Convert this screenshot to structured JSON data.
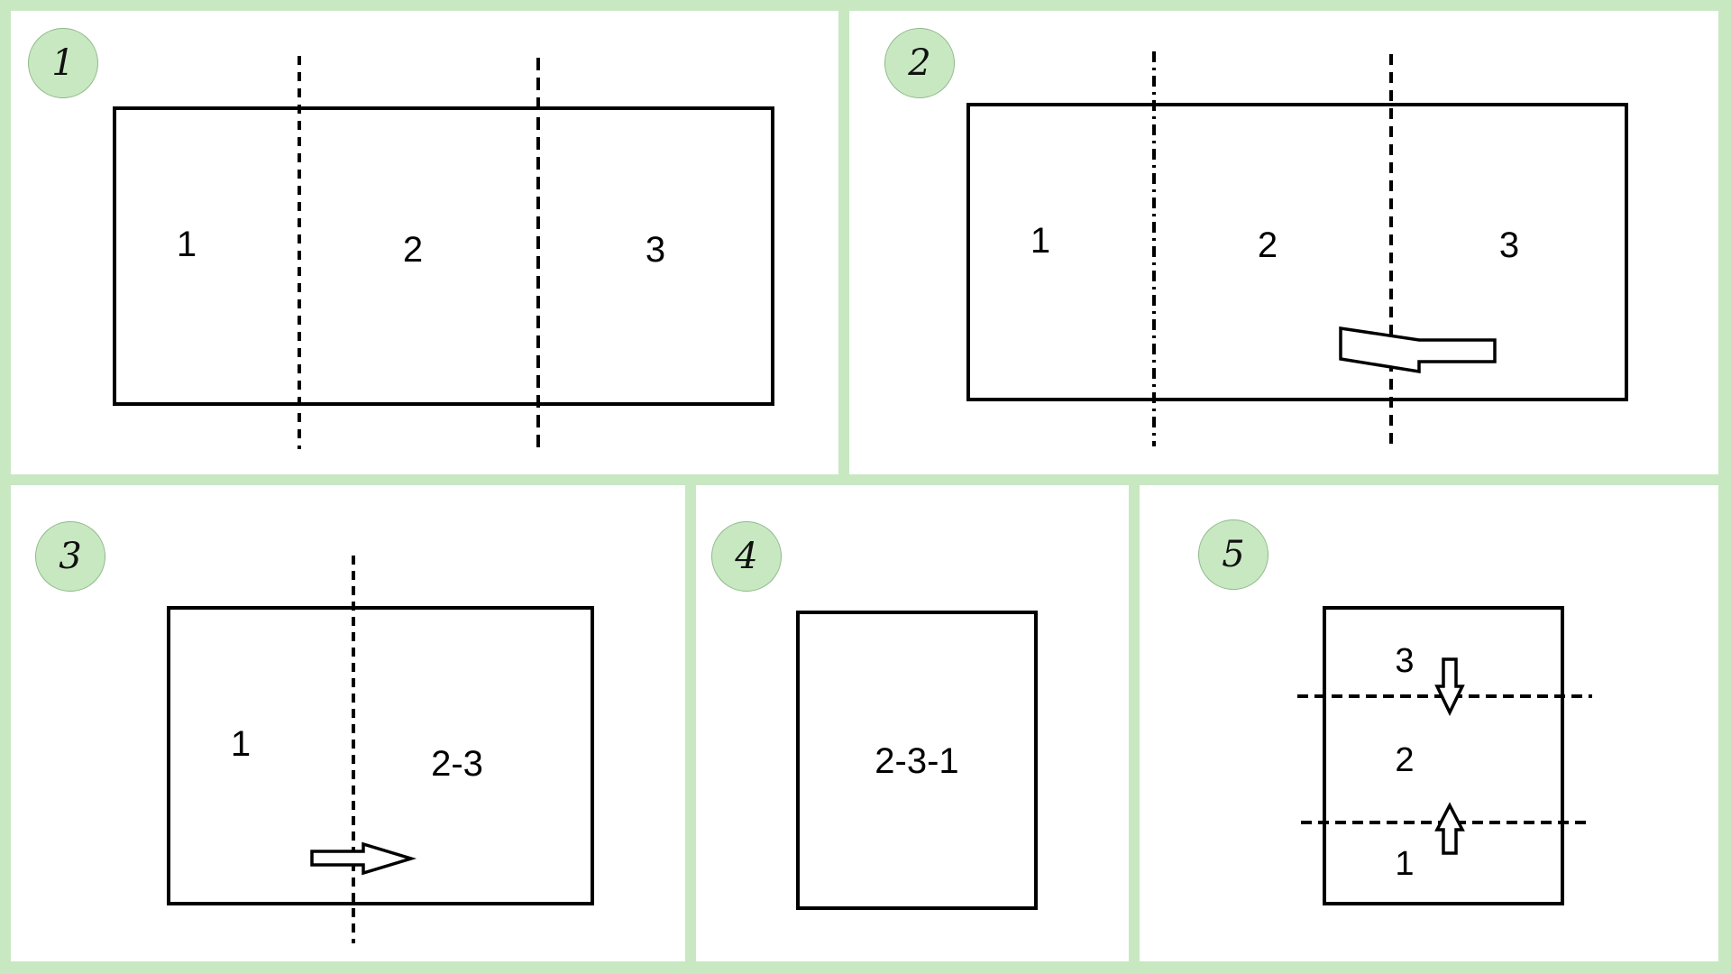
{
  "panels": [
    {
      "step": "1",
      "sections": [
        "1",
        "2",
        "3"
      ]
    },
    {
      "step": "2",
      "sections": [
        "1",
        "2",
        "3"
      ]
    },
    {
      "step": "3",
      "sections": [
        "1",
        "2-3"
      ]
    },
    {
      "step": "4",
      "sections": [
        "2-3-1"
      ]
    },
    {
      "step": "5",
      "sections": [
        "3",
        "2",
        "1"
      ]
    }
  ],
  "colors": {
    "background": "#c8e8c2",
    "panel": "#ffffff",
    "stroke": "#000000"
  }
}
